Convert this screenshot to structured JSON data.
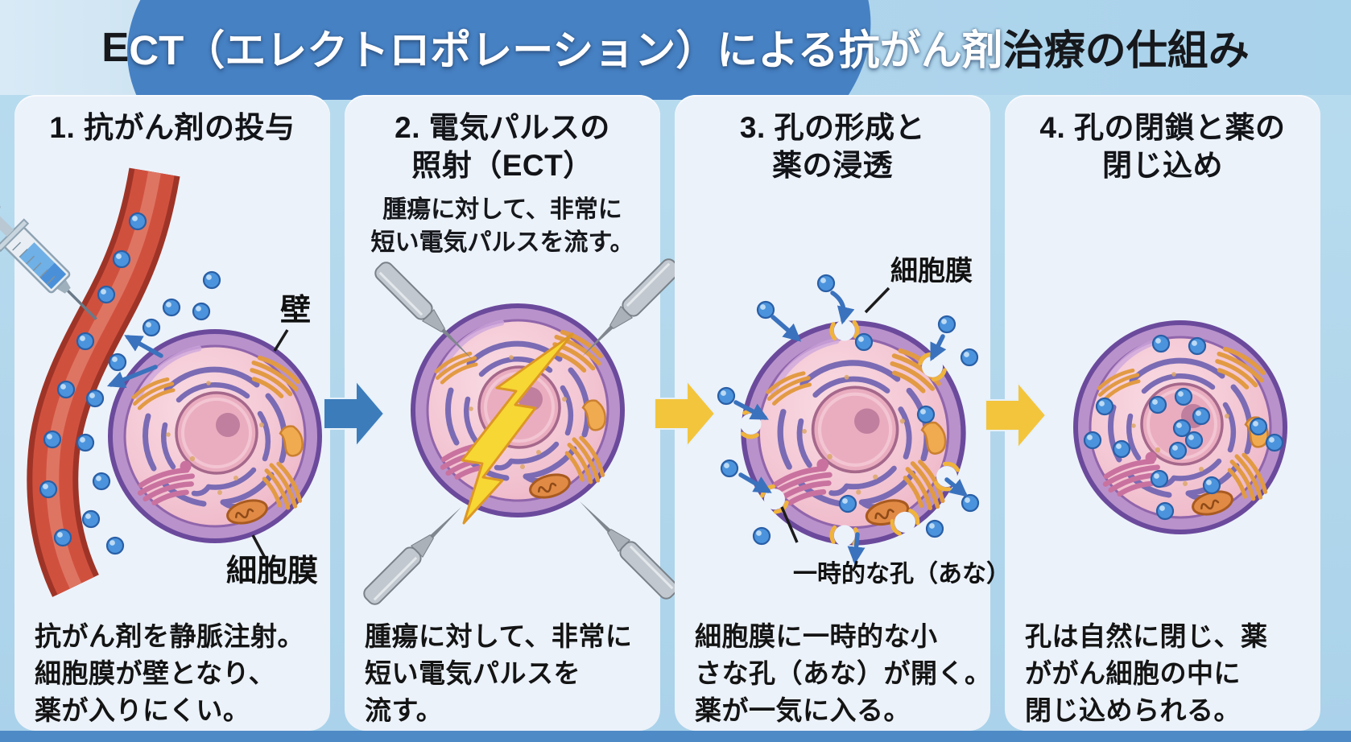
{
  "title": {
    "prefix": "E",
    "main": "CT（エレクトロポレーション）による抗がん剤",
    "suffix": "治療の仕組み"
  },
  "panels": [
    {
      "heading": [
        "1. 抗がん剤の投与"
      ],
      "labels": {
        "wall": "壁",
        "membrane": "細胞膜"
      },
      "description": [
        "抗がん剤を静脈注射。",
        "細胞膜が壁となり、",
        "薬が入りにくい。"
      ]
    },
    {
      "heading": [
        "2. 電気パルスの",
        "照射（ECT）"
      ],
      "subtext": [
        "腫瘍に対して、非常に",
        "短い電気パルスを流す。"
      ],
      "description": [
        "腫瘍に対して、非常に",
        "短い電気パルスを",
        "流す。"
      ]
    },
    {
      "heading": [
        "3. 孔の形成と",
        "薬の浸透"
      ],
      "labels": {
        "membrane": "細胞膜",
        "pore": "一時的な孔（あな）"
      },
      "description": [
        "細胞膜に一時的な小",
        "さな孔（あな）が開く。",
        "薬が一気に入る。"
      ]
    },
    {
      "heading": [
        "4. 孔の閉鎖と薬の",
        "閉じ込め"
      ],
      "description": [
        "孔は自然に閉じ、薬",
        "ががん細胞の中に",
        "閉じ込められる。"
      ]
    }
  ],
  "colors": {
    "banner_blue": "#4681c3",
    "background_blue": "#b2d7ec",
    "panel_bg": "#ecf2fa",
    "flow_arrow_blue": "#3c7cba",
    "flow_arrow_yellow": "#f3c53d",
    "drug_particle_blue": "#4b94dd",
    "membrane_purple": "#6b4a9c",
    "cytoplasm_pink": "#f3c6d3",
    "vessel_red": "#d0503e",
    "lightning_yellow": "#f7d733",
    "electrode_gray": "#c2c8cf",
    "bottom_strip_blue": "#4e8ac6"
  }
}
